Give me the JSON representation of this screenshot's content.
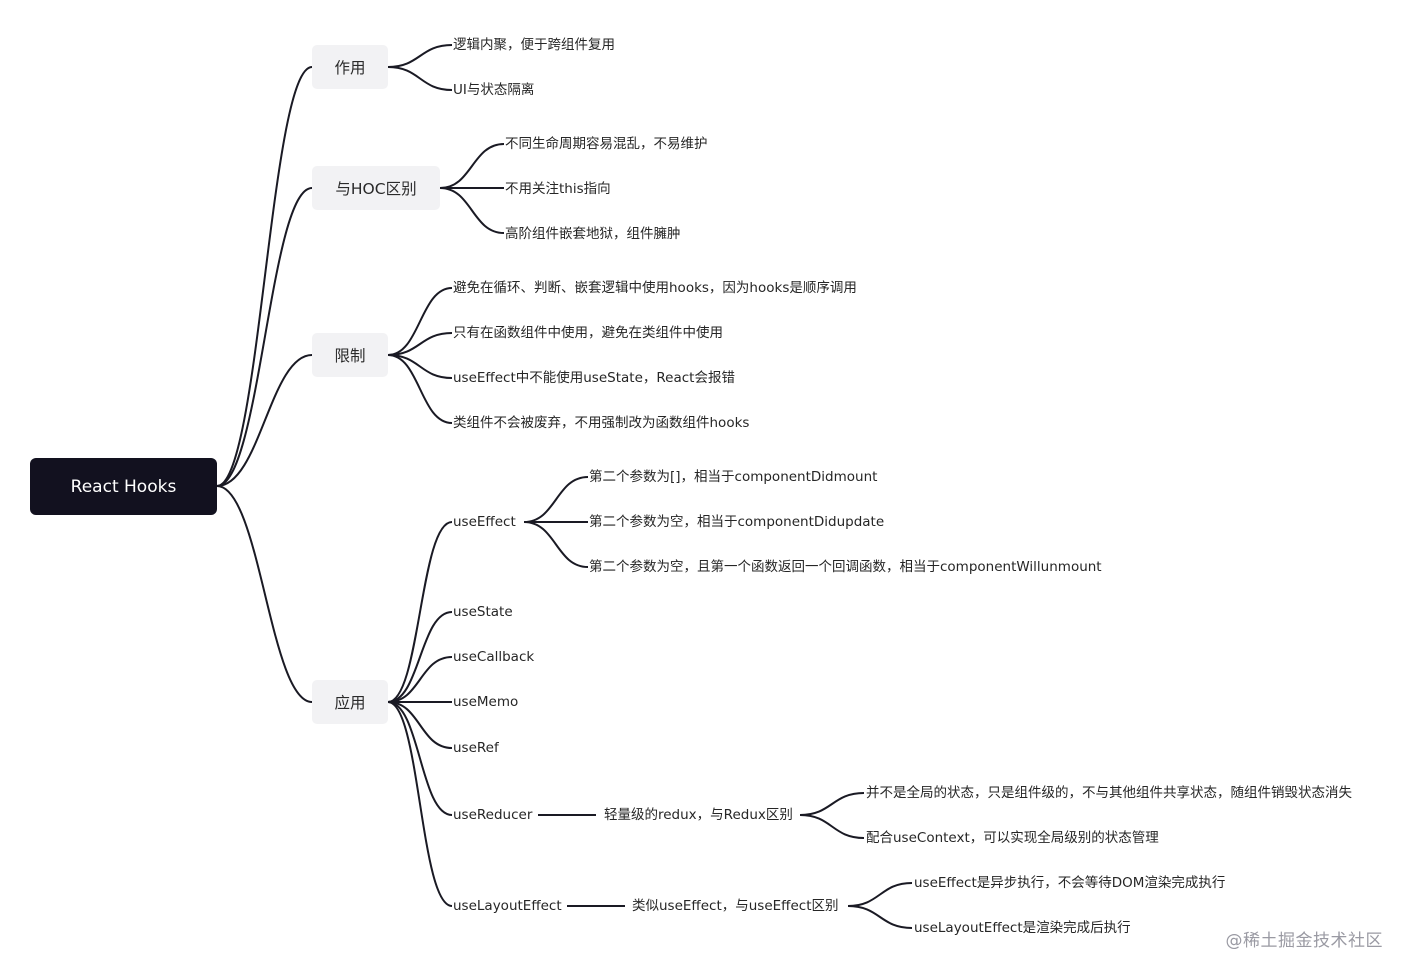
{
  "root": {
    "label": "React Hooks"
  },
  "categories": {
    "zuoyong": {
      "label": "作用",
      "items": [
        "逻辑内聚，便于跨组件复用",
        "UI与状态隔离"
      ]
    },
    "hoc": {
      "label": "与HOC区别",
      "items": [
        "不同生命周期容易混乱，不易维护",
        "不用关注this指向",
        "高阶组件嵌套地狱，组件臃肿"
      ]
    },
    "xianzhi": {
      "label": "限制",
      "items": [
        "避免在循环、判断、嵌套逻辑中使用hooks，因为hooks是顺序调用",
        "只有在函数组件中使用，避免在类组件中使用",
        "useEffect中不能使用useState，React会报错",
        "类组件不会被废弃，不用强制改为函数组件hooks"
      ]
    },
    "yingyong": {
      "label": "应用",
      "useEffect": {
        "label": "useEffect",
        "items": [
          "第二个参数为[]，相当于componentDidmount",
          "第二个参数为空，相当于componentDidupdate",
          "第二个参数为空，且第一个函数返回一个回调函数，相当于componentWillunmount"
        ]
      },
      "useState": "useState",
      "useCallback": "useCallback",
      "useMemo": "useMemo",
      "useRef": "useRef",
      "useReducer": {
        "label": "useReducer",
        "sub": "轻量级的redux，与Redux区别",
        "items": [
          "并不是全局的状态，只是组件级的，不与其他组件共享状态，随组件销毁状态消失",
          "配合useContext，可以实现全局级别的状态管理"
        ]
      },
      "useLayoutEffect": {
        "label": "useLayoutEffect",
        "sub": "类似useEffect，与useEffect区别",
        "items": [
          "useEffect是异步执行，不会等待DOM渲染完成执行",
          "useLayoutEffect是渲染完成后执行"
        ]
      }
    }
  },
  "watermark": "@稀土掘金技术社区",
  "colors": {
    "root_bg": "#12111f",
    "category_bg": "#f2f2f4",
    "line": "#1a1a24"
  }
}
